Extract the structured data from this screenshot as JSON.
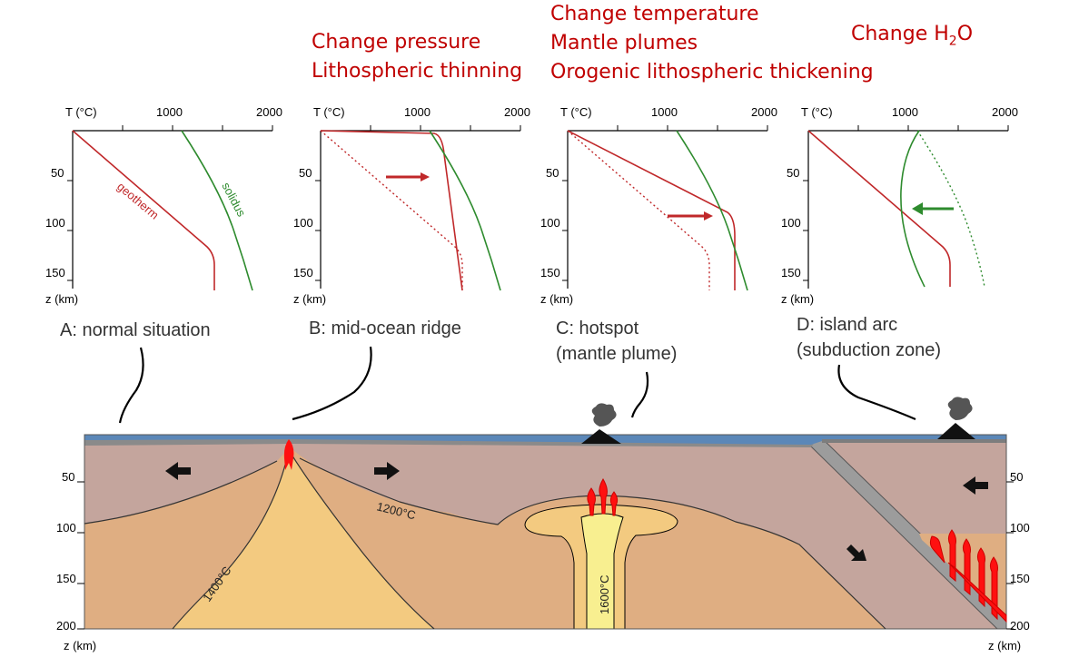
{
  "headers": {
    "pressure": [
      "Change pressure",
      "Lithospheric thinning"
    ],
    "temperature": [
      "Change temperature",
      "Mantle plumes",
      "Orogenic lithospheric thickening"
    ],
    "water": {
      "prefix": "Change H",
      "sub": "2",
      "suffix": "O"
    }
  },
  "panel_axis": {
    "t_label": "T (°C)",
    "t_ticks": [
      "1000",
      "2000"
    ],
    "z_label": "z (km)",
    "z_ticks": [
      "50",
      "100",
      "150"
    ]
  },
  "panels": [
    {
      "id": "A",
      "caption": [
        "A: normal situation"
      ],
      "curve_labels": {
        "geotherm": "geotherm",
        "solidus": "solidus"
      }
    },
    {
      "id": "B",
      "caption": [
        "B: mid-ocean ridge"
      ]
    },
    {
      "id": "C",
      "caption": [
        "C: hotspot",
        "(mantle plume)"
      ]
    },
    {
      "id": "D",
      "caption": [
        "D: island arc",
        "(subduction zone)"
      ]
    }
  ],
  "cross_section": {
    "depth_ticks": [
      "50",
      "100",
      "150",
      "200"
    ],
    "z_label": "z (km)",
    "isotherms": [
      "1200°C",
      "1400°C",
      "1600°C"
    ]
  },
  "colors": {
    "geotherm": "#c0282a",
    "solidus": "#2e8b2e",
    "header_text": "#c00000",
    "lithosphere": "#c4a59d",
    "asthenosphere": "#dfae82",
    "hot_mantle": "#f3ca80",
    "plume": "#f8ef90",
    "ocean": "#5b87b8",
    "melt": "#ff1010"
  }
}
